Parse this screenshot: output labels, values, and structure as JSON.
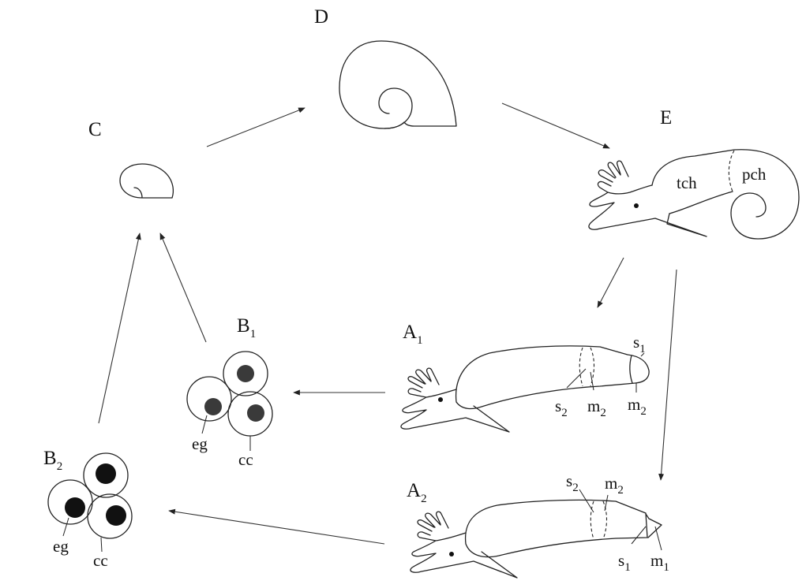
{
  "stages": {
    "C": {
      "label": "C"
    },
    "D": {
      "label": "D"
    },
    "E": {
      "label": "E",
      "chamber_terminal": "tch",
      "chamber_proximal": "pch"
    },
    "A1": {
      "label": "A",
      "sub": "1",
      "annotations": {
        "s1": {
          "t": "s",
          "sub": "1"
        },
        "s2": {
          "t": "s",
          "sub": "2"
        },
        "m2a": {
          "t": "m",
          "sub": "2"
        },
        "m2b": {
          "t": "m",
          "sub": "2"
        }
      }
    },
    "A2": {
      "label": "A",
      "sub": "2",
      "annotations": {
        "s2": {
          "t": "s",
          "sub": "2"
        },
        "m2": {
          "t": "m",
          "sub": "2"
        },
        "s1": {
          "t": "s",
          "sub": "1"
        },
        "m1": {
          "t": "m",
          "sub": "1"
        }
      }
    },
    "B1": {
      "label": "B",
      "sub": "1",
      "eg": "eg",
      "cc": "cc"
    },
    "B2": {
      "label": "B",
      "sub": "2",
      "eg": "eg",
      "cc": "cc"
    }
  },
  "colors": {
    "line": "#222222",
    "nucleus_b1": "#3a3a3a",
    "nucleus_b2": "#111111",
    "background": "#ffffff"
  }
}
